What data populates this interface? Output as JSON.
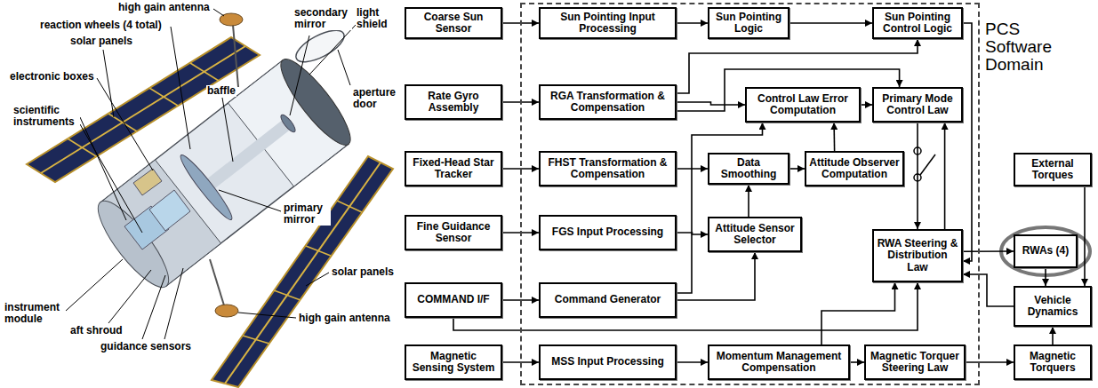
{
  "diagram": {
    "nodes": [
      {
        "text": [
          "Coarse Sun Sensor"
        ]
      },
      {
        "text": [
          "PCS Software Domain"
        ]
      },
      {
        "text": [
          "Sun Pointing Input Processing"
        ],
        "in": 1
      },
      {
        "text": [
          "Sun Pointing Logic"
        ],
        "in": 1
      },
      {
        "text": [
          "Sun Pointing Control Logic"
        ],
        "in": 1
      },
      {
        "text": [
          "Rate Gyro Assembly"
        ]
      },
      {
        "text": [
          "RGA Transformation & Compensation"
        ],
        "in": 1
      },
      {
        "text": [
          "Control Law Error Computation"
        ],
        "in": 1
      },
      {
        "text": [
          "Primary Mode Control Law"
        ],
        "in": 1
      },
      {
        "text": [
          "Fixed-Head Star Tracker"
        ]
      },
      {
        "text": [
          "FHST Transformation & Compensation"
        ],
        "in": 1
      },
      {
        "text": [
          "Data Smoothing"
        ],
        "in": 1
      },
      {
        "text": [
          "Attitude Observer Computation"
        ],
        "in": 1
      },
      {
        "text": [
          "External Torques"
        ]
      },
      {
        "text": [
          "Fine Guidance Sensor"
        ]
      },
      {
        "text": [
          "FGS Input Processing"
        ],
        "in": 1
      },
      {
        "text": [
          "Attitude Sensor Selector"
        ],
        "in": 1
      },
      {
        "text": [
          "RWA Steering & Distribution Law"
        ],
        "in": 1
      },
      {
        "text": [
          "RWAs (4)"
        ]
      },
      {
        "text": [
          "Vehicle Dynamics"
        ]
      },
      {
        "text": [
          "COMMAND I/F"
        ]
      },
      {
        "text": [
          "Command Generator"
        ],
        "in": 1
      },
      {
        "text": [
          "Magnetic Sensing System"
        ]
      },
      {
        "text": [
          "MSS Input Processing"
        ],
        "in": 1
      },
      {
        "text": [
          "Momentum Management Compensation"
        ],
        "in": 1
      },
      {
        "text": [
          "Magnetic Torquer Steering Law"
        ],
        "in": 1
      },
      {
        "text": [
          "Magnetic Torquers"
        ]
      }
    ],
    "edges": [
      {
        "from": 0,
        "to": 2,
        "arrow": "to"
      },
      {
        "from": 2,
        "to": 3,
        "arrow": "to"
      },
      {
        "from": 3,
        "to": 4,
        "arrow": "to"
      },
      {
        "from": 5,
        "to": 6,
        "arrow": "to"
      },
      {
        "from": 6,
        "to": 7,
        "arrow": "to"
      },
      {
        "from": 6,
        "to": 4,
        "arrow": "to"
      },
      {
        "from": 6,
        "to": 8,
        "arrow": "to"
      },
      {
        "from": 9,
        "to": 10,
        "arrow": "to"
      },
      {
        "from": 10,
        "to": 11,
        "arrow": "to"
      },
      {
        "from": 11,
        "to": 12,
        "arrow": "to"
      },
      {
        "from": 12,
        "to": 7,
        "arrow": "to"
      },
      {
        "from": 7,
        "to": 8,
        "arrow": "to"
      },
      {
        "from": 14,
        "to": 15,
        "arrow": "to"
      },
      {
        "from": 15,
        "to": 16,
        "arrow": "to"
      },
      {
        "from": 16,
        "to": 11,
        "arrow": "to"
      },
      {
        "from": 20,
        "to": 21,
        "arrow": "to"
      },
      {
        "from": 21,
        "to": 16,
        "arrow": "to"
      },
      {
        "from": 21,
        "to": 7,
        "arrow": "to"
      },
      {
        "from": 20,
        "to": 17,
        "arrow": "to"
      },
      {
        "from": 8,
        "to": 17,
        "arrow": "to"
      },
      {
        "from": 4,
        "to": 17,
        "arrow": "to"
      },
      {
        "from": 13,
        "to": 19,
        "arrow": "to"
      },
      {
        "from": 17,
        "to": 18,
        "arrow": "to"
      },
      {
        "from": 18,
        "to": 19,
        "arrow": "to"
      },
      {
        "from": 19,
        "to": 17,
        "arrow": "to"
      },
      {
        "from": 22,
        "to": 23,
        "arrow": "to"
      },
      {
        "from": 23,
        "to": 24,
        "arrow": "to"
      },
      {
        "from": 24,
        "to": 25,
        "arrow": "to"
      },
      {
        "from": 25,
        "to": 26,
        "arrow": "to"
      },
      {
        "from": 26,
        "to": 19,
        "arrow": "to"
      },
      {
        "from": 24,
        "to": 17,
        "arrow": "to"
      },
      {
        "from": 17,
        "to": 8,
        "arrow": "to"
      }
    ],
    "labels": [
      "high gain antenna",
      "reaction wheels (4 total)",
      "solar panels",
      "secondary mirror",
      "light shield",
      "aperture door",
      "electronic boxes",
      "baffle",
      "scientific instruments",
      "primary mirror",
      "solar panels",
      "instrument module",
      "aft shroud",
      "guidance sensors",
      "high gain antenna"
    ]
  }
}
